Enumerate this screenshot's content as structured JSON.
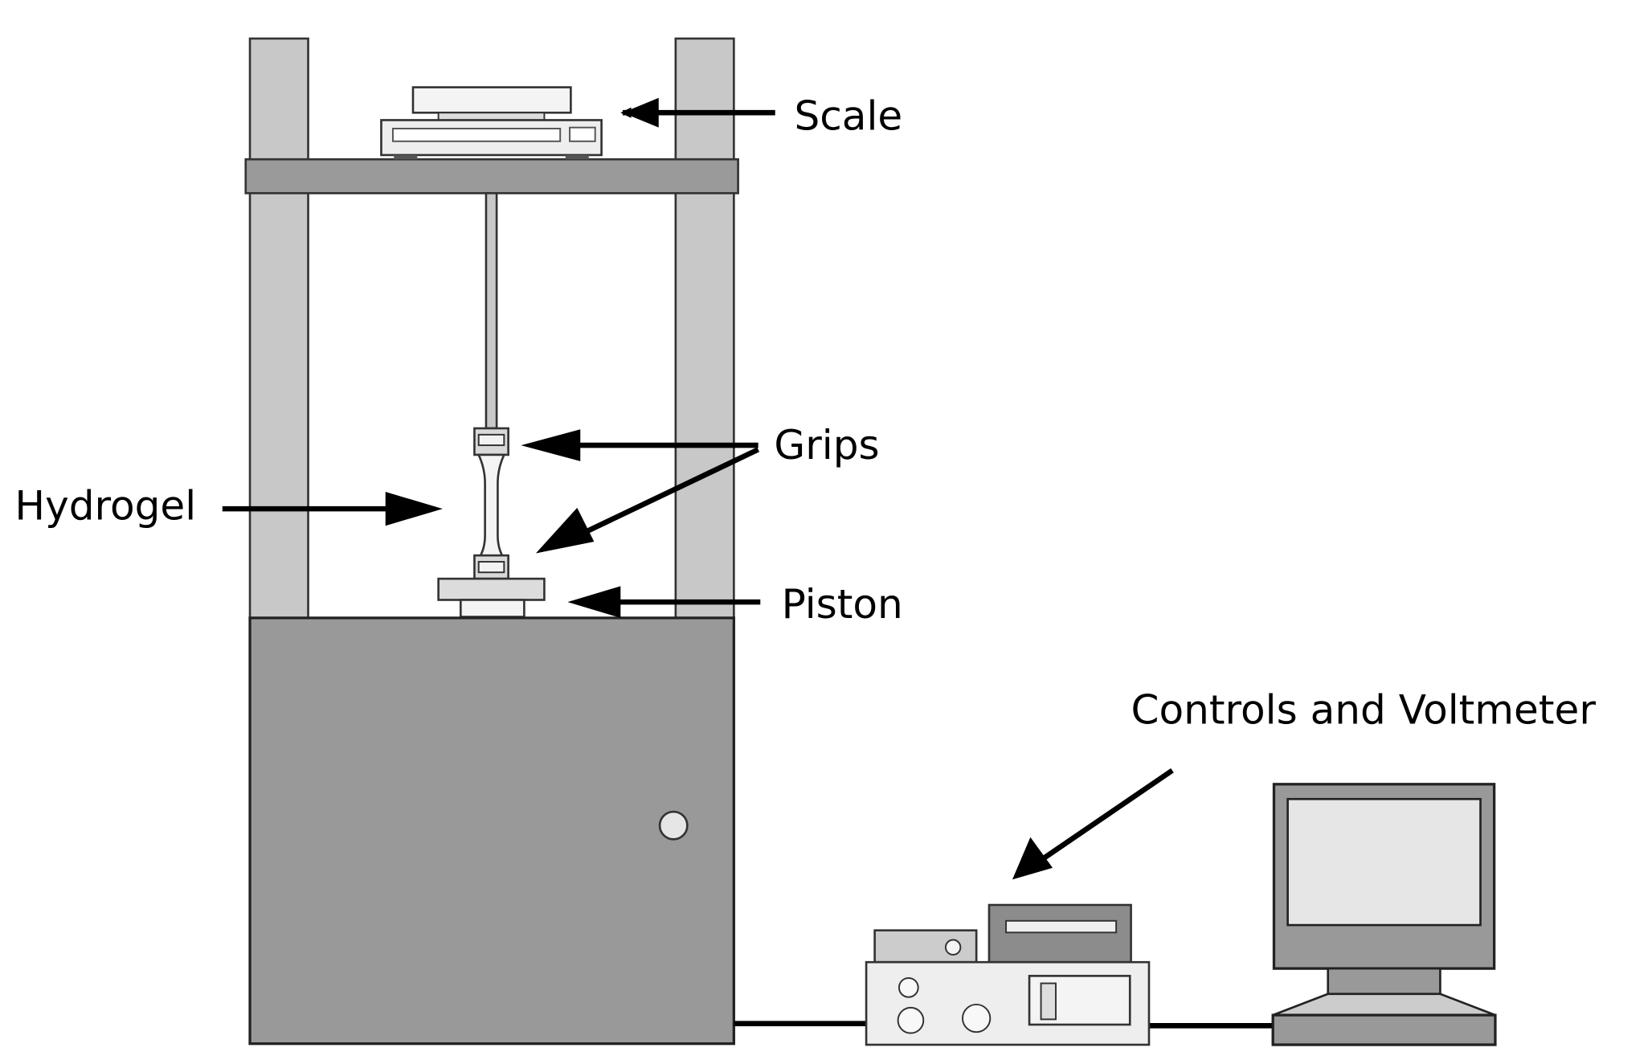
{
  "labels": {
    "scale": "Scale",
    "grips": "Grips",
    "hydrogel": "Hydrogel",
    "piston": "Piston",
    "controls": "Controls and Voltmeter"
  },
  "colors": {
    "frame": "#c8c8c8",
    "cabinet": "#999999",
    "device_dark": "#8c8c8c",
    "device_light": "#eeeeee",
    "outline": "#000000",
    "screen": "#e6e6e6"
  }
}
